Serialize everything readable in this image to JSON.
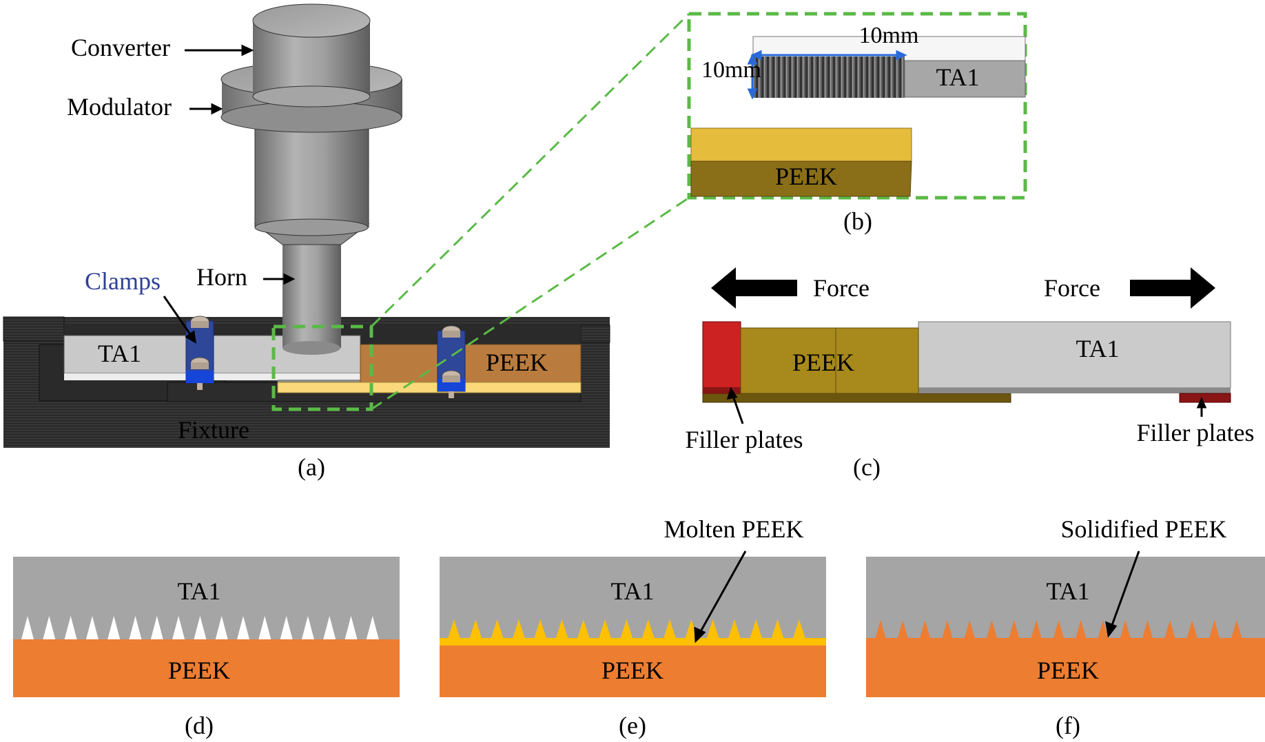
{
  "panel_a": {
    "caption": "(a)",
    "labels": {
      "converter": "Converter",
      "modulator": "Modulator",
      "horn": "Horn",
      "clamps": "Clamps",
      "fixture": "Fixture",
      "ta1": "TA1",
      "peek": "PEEK"
    }
  },
  "panel_b": {
    "caption": "(b)",
    "dim_width": "10mm",
    "dim_height": "10mm",
    "ta1": "TA1",
    "peek": "PEEK"
  },
  "panel_c": {
    "caption": "(c)",
    "force_left": "Force",
    "force_right": "Force",
    "peek": "PEEK",
    "ta1": "TA1",
    "filler_left": "Filler plates",
    "filler_right": "Filler plates"
  },
  "panel_d": {
    "caption": "(d)",
    "ta1": "TA1",
    "peek": "PEEK"
  },
  "panel_e": {
    "caption": "(e)",
    "ta1": "TA1",
    "peek": "PEEK",
    "annotation": "Molten PEEK"
  },
  "panel_f": {
    "caption": "(f)",
    "ta1": "TA1",
    "peek": "PEEK",
    "annotation": "Solidified PEEK"
  },
  "colors": {
    "ta1_gray": "#a5a5a5",
    "peek_orange": "#ed7d31",
    "molten_yellow": "#ffc000",
    "zoom_green": "#5bb947",
    "clamp_blue": "#2e4799",
    "clamps_text": "#2e3f97",
    "filler_red": "#cc2222",
    "peek_olive": "#a8891c"
  }
}
